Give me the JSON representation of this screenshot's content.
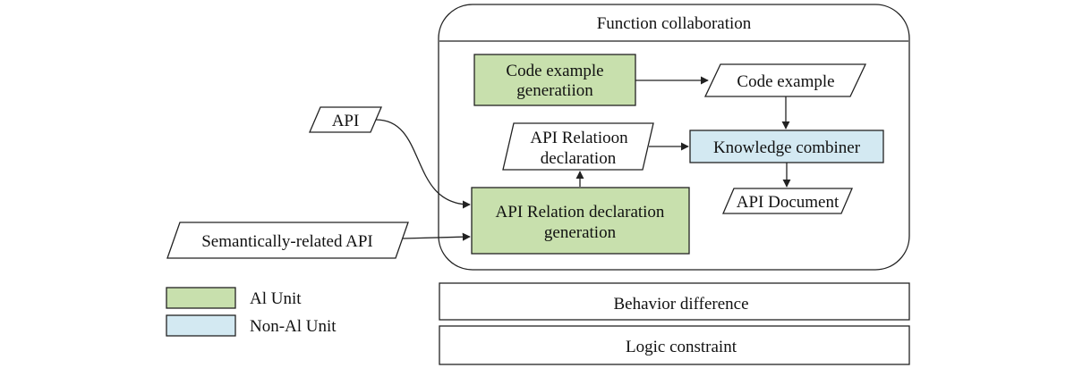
{
  "colors": {
    "ai_unit": "#c8e0ad",
    "non_ai_unit": "#d3e9f2",
    "outline": "#222222",
    "background": "#ffffff"
  },
  "container": {
    "title": "Function collaboration"
  },
  "nodes": {
    "code_example_generation": {
      "line1": "Code example",
      "line2": "generatiion",
      "kind": "ai_unit"
    },
    "code_example": {
      "label": "Code example",
      "kind": "data"
    },
    "api_relation_declaration_data": {
      "line1": "API Relatioon",
      "line2": "declaration",
      "kind": "data"
    },
    "knowledge_combiner": {
      "label": "Knowledge combiner",
      "kind": "non_ai_unit"
    },
    "api_document": {
      "label": "API Document",
      "kind": "data"
    },
    "api_relation_declaration_generation": {
      "line1": "API Relation declaration",
      "line2": "generation",
      "kind": "ai_unit"
    },
    "api_input": {
      "label": "API",
      "kind": "data"
    },
    "semantically_related_api": {
      "label": "Semantically-related API",
      "kind": "data"
    }
  },
  "layers": {
    "behavior_difference": "Behavior difference",
    "logic_constraint": "Logic constraint"
  },
  "legend": {
    "ai_unit": "Al Unit",
    "non_ai_unit": "Non-Al Unit"
  }
}
